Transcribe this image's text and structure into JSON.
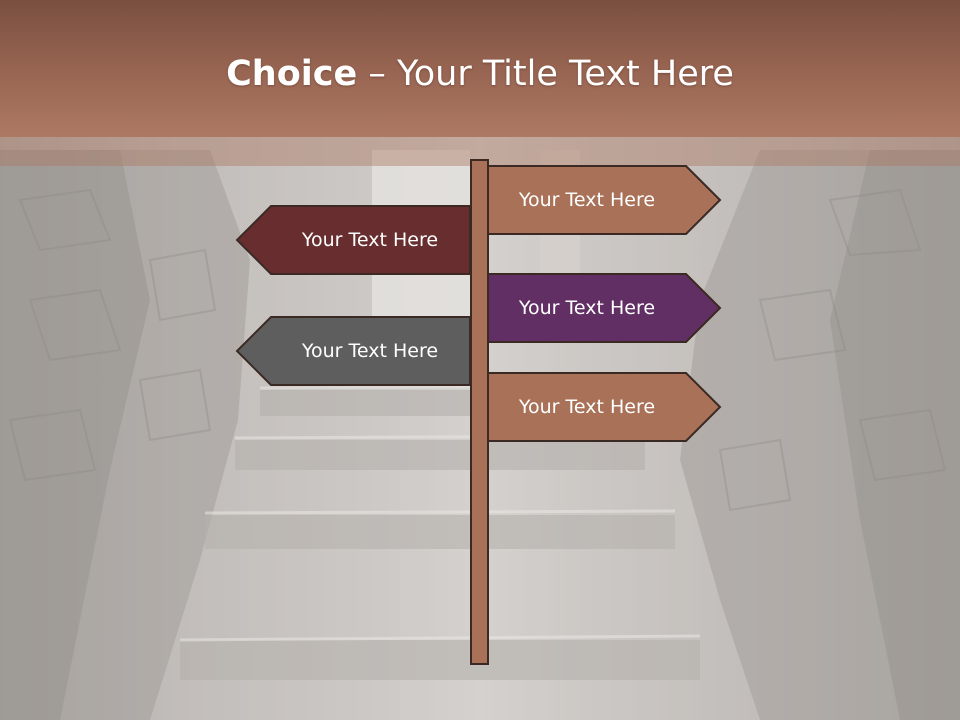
{
  "title": {
    "bold": "Choice",
    "separator": " – ",
    "rest": "Your Title Text Here"
  },
  "signs": [
    {
      "label": "Your Text Here",
      "direction": "right",
      "color": "#a87158",
      "text_color": "#ffffff"
    },
    {
      "label": "Your Text Here",
      "direction": "left",
      "color": "#672d2f",
      "text_color": "#ffffff"
    },
    {
      "label": "Your Text Here",
      "direction": "right",
      "color": "#622f64",
      "text_color": "#ffffff"
    },
    {
      "label": "Your Text Here",
      "direction": "left",
      "color": "#5e5e5e",
      "text_color": "#ffffff"
    },
    {
      "label": "Your Text Here",
      "direction": "right",
      "color": "#a87158",
      "text_color": "#ffffff"
    }
  ],
  "colors": {
    "title_band": "#96644f",
    "post": "#a87158",
    "outline": "#3b2a24"
  }
}
